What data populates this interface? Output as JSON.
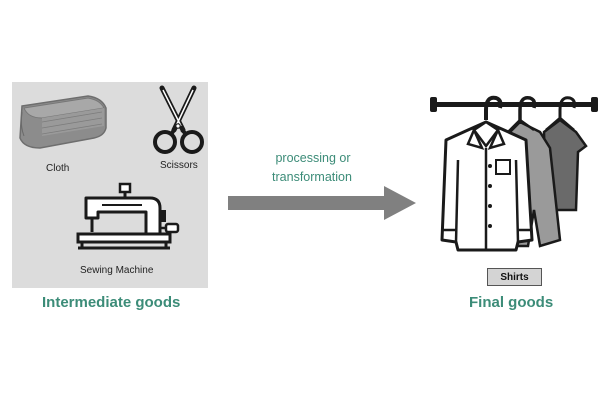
{
  "intermediate": {
    "items": {
      "cloth": "Cloth",
      "scissors": "Scissors",
      "sewing_machine": "Sewing Machine"
    },
    "caption": "Intermediate goods"
  },
  "process": {
    "line1": "processing or",
    "line2": "transformation"
  },
  "final": {
    "tag": "Shirts",
    "caption": "Final goods"
  },
  "icons": {
    "cloth": "folded-cloth-icon",
    "scissors": "scissors-icon",
    "sewing_machine": "sewing-machine-icon",
    "shirts": "shirts-on-hangers-icon"
  },
  "colors": {
    "caption_text": "#3c8c78",
    "panel_background": "#dcdcdc",
    "arrow": "#808080",
    "icon_stroke": "#1a1a1a"
  }
}
